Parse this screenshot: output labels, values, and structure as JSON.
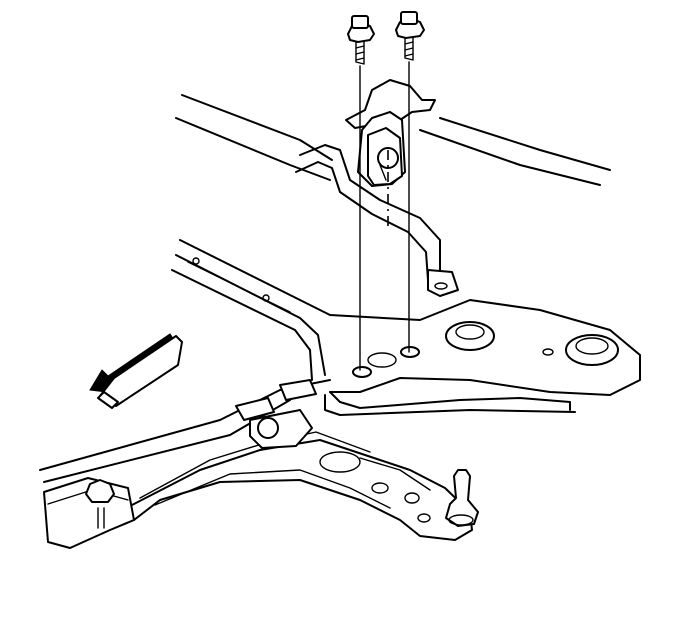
{
  "diagram": {
    "colors": {
      "line": "#000000",
      "background": "#ffffff"
    },
    "parts": [
      "bolt",
      "bolt",
      "stabilizer-bar",
      "stabilizer-bushing",
      "bushing-bracket",
      "frame-crossmember",
      "lower-control-arm",
      "ball-joint",
      "direction-arrow"
    ]
  }
}
